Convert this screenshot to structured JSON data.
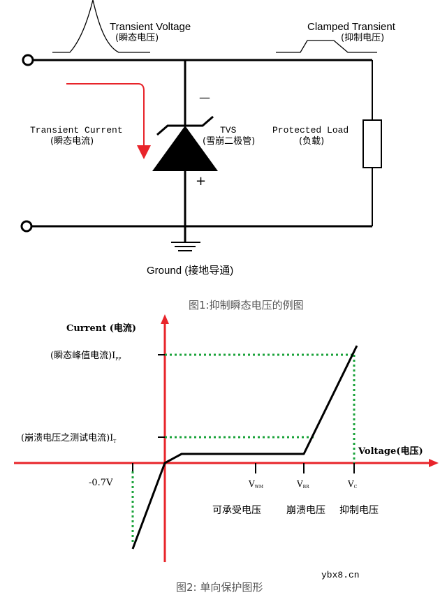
{
  "fig1": {
    "transient_voltage": "Transient Voltage",
    "transient_voltage_cn": "(瞬态电压)",
    "clamped_transient": "Clamped Transient",
    "clamped_transient_cn": "(抑制电压)",
    "transient_current": "Transient Current",
    "transient_current_cn": "(瞬态电流)",
    "tvs": "TVS",
    "tvs_cn": "(雪崩二极管)",
    "protected_load": "Protected Load",
    "protected_load_cn": "(负载)",
    "minus": "—",
    "plus": "+",
    "ground": "Ground (接地导通)",
    "caption": "图1:抑制瞬态电压的例图"
  },
  "fig2": {
    "y_label": "Current (电流)",
    "x_label": "Voltage(电压)",
    "ipp_label": "(瞬态峰值电流)I",
    "ipp_sub": "PP",
    "it_label": "(崩溃电压之测试电流)I",
    "it_sub": "T",
    "neg_label": "-0.7V",
    "vwm_main": "V",
    "vwm_sub": "WM",
    "vbr_main": "V",
    "vbr_sub": "BR",
    "vc_main": "V",
    "vc_sub": "C",
    "vwm_desc": "可承受电压",
    "vbr_desc": "崩溃电压",
    "vc_desc": "抑制电压",
    "caption": "图2: 单向保护图形"
  },
  "watermark": "ybx8.cn",
  "colors": {
    "axis": "#e8242a",
    "guide": "#1aa33a",
    "line": "#000000",
    "arrow": "#e8242a"
  }
}
